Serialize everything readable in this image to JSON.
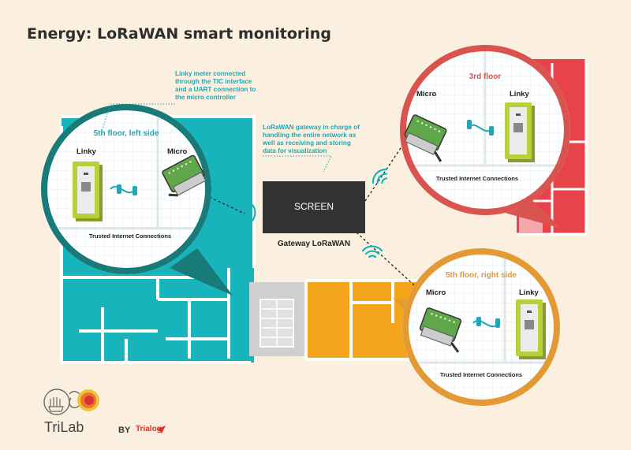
{
  "title": "Energy: LoRaWAN smart monitoring",
  "notes": {
    "linky_tic": [
      "Linky meter connected",
      "through the TIC interface",
      "and a UART connection to",
      "the micro controller"
    ],
    "gateway": [
      "LoRaWAN gateway in charge of",
      "handling the entire network as",
      "well as receiving and storing",
      "data for visualization"
    ]
  },
  "gateway": {
    "screen_label": "SCREEN",
    "caption": "Gateway LoRaWAN"
  },
  "bubbles": {
    "left": {
      "title": "5th floor, left side",
      "meter_label": "Linky",
      "micro_label": "Micro",
      "caption": "Trusted Internet Connections",
      "color": "#187b79"
    },
    "third": {
      "title": "3rd floor",
      "meter_label": "Linky",
      "micro_label": "Micro",
      "caption": "Trusted Internet Connections",
      "color": "#d9534f"
    },
    "right": {
      "title": "5th floor, right side",
      "meter_label": "Linky",
      "micro_label": "Micro",
      "caption": "Trusted Internet Connections",
      "color": "#e39a35"
    }
  },
  "colors": {
    "teal": "#17b4bb",
    "red": "#e8434b",
    "orange": "#f4a51c",
    "gray": "#cccccc"
  },
  "logo": {
    "name": "TriLab",
    "by": "BY",
    "partner": "Trialog"
  }
}
